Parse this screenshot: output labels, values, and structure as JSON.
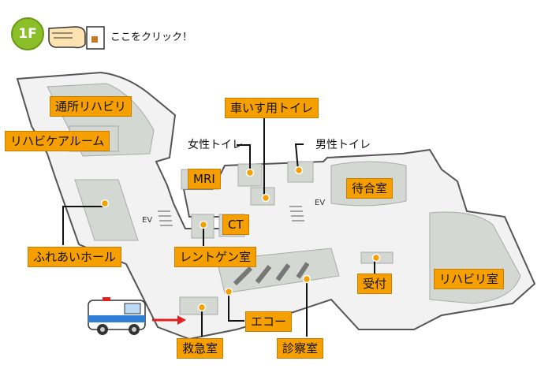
{
  "floor": {
    "badge": "1F",
    "hint": "ここをクリック！"
  },
  "icons": {
    "badge": "floor-1f-badge",
    "pointer": "pointing-hand-icon",
    "ambulance": "ambulance-icon",
    "arrow": "red-arrow-icon"
  },
  "colors": {
    "label_bg": "#f5a000",
    "wall": "#555555",
    "room": "#d3d8d3",
    "badge": "#8bbf2a",
    "marker": "#f5a000",
    "arrow": "#e02020"
  },
  "rooms": {
    "tsusho_rehab": "通所リハビリ",
    "rehab_care_room": "リハビケアルーム",
    "kurumaisu_toilet": "車いす用トイレ",
    "women_toilet": "女性トイレ",
    "men_toilet": "男性トイレ",
    "mri": "MRI",
    "ct": "CT",
    "waiting_room": "待合室",
    "fureai_hall": "ふれあいホール",
    "xray_room": "レントゲン室",
    "reception": "受付",
    "rehab_room": "リハビリ室",
    "echo": "エコー",
    "emergency_room": "救急室",
    "exam_room": "診察室"
  },
  "ev_labels": [
    "EV",
    "EV"
  ]
}
